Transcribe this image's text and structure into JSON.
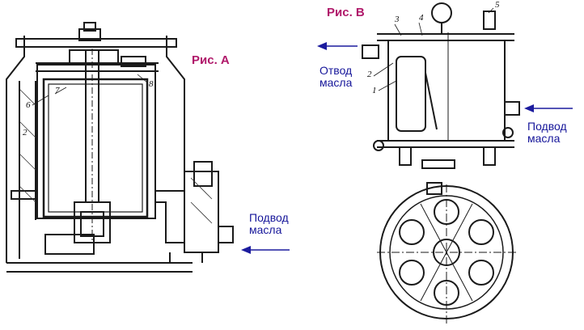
{
  "figures": {
    "a": {
      "title": "Рис. А",
      "inlet_lines": [
        "Подвод",
        "масла"
      ],
      "callouts": [
        "6",
        "7",
        "8",
        "2"
      ]
    },
    "b": {
      "title": "Рис. В",
      "outlet_lines": [
        "Отвод",
        "масла"
      ],
      "inlet_lines": [
        "Подвод",
        "масла"
      ],
      "callouts": [
        "3",
        "4",
        "5",
        "2",
        "1"
      ]
    }
  },
  "colors": {
    "title": "#b0186a",
    "flow_text": "#16169a",
    "arrow": "#1c1c9e",
    "ink": "#1a1a1a",
    "background": "#ffffff"
  }
}
